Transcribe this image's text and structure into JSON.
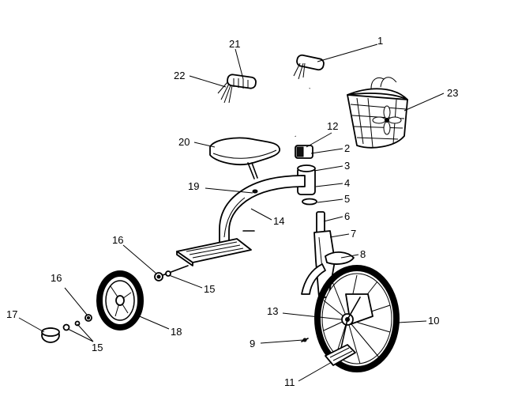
{
  "labels": {
    "l1": "1",
    "l2": "2",
    "l3": "3",
    "l4": "4",
    "l5": "5",
    "l6": "6",
    "l7": "7",
    "l8": "8",
    "l9": "9",
    "l10": "10",
    "l11": "11",
    "l12": "12",
    "l13": "13",
    "l14": "14",
    "l15a": "15",
    "l15b": "15",
    "l16a": "16",
    "l16b": "16",
    "l17": "17",
    "l18": "18",
    "l19": "19",
    "l20": "20",
    "l21": "21",
    "l22": "22",
    "l23": "23"
  }
}
